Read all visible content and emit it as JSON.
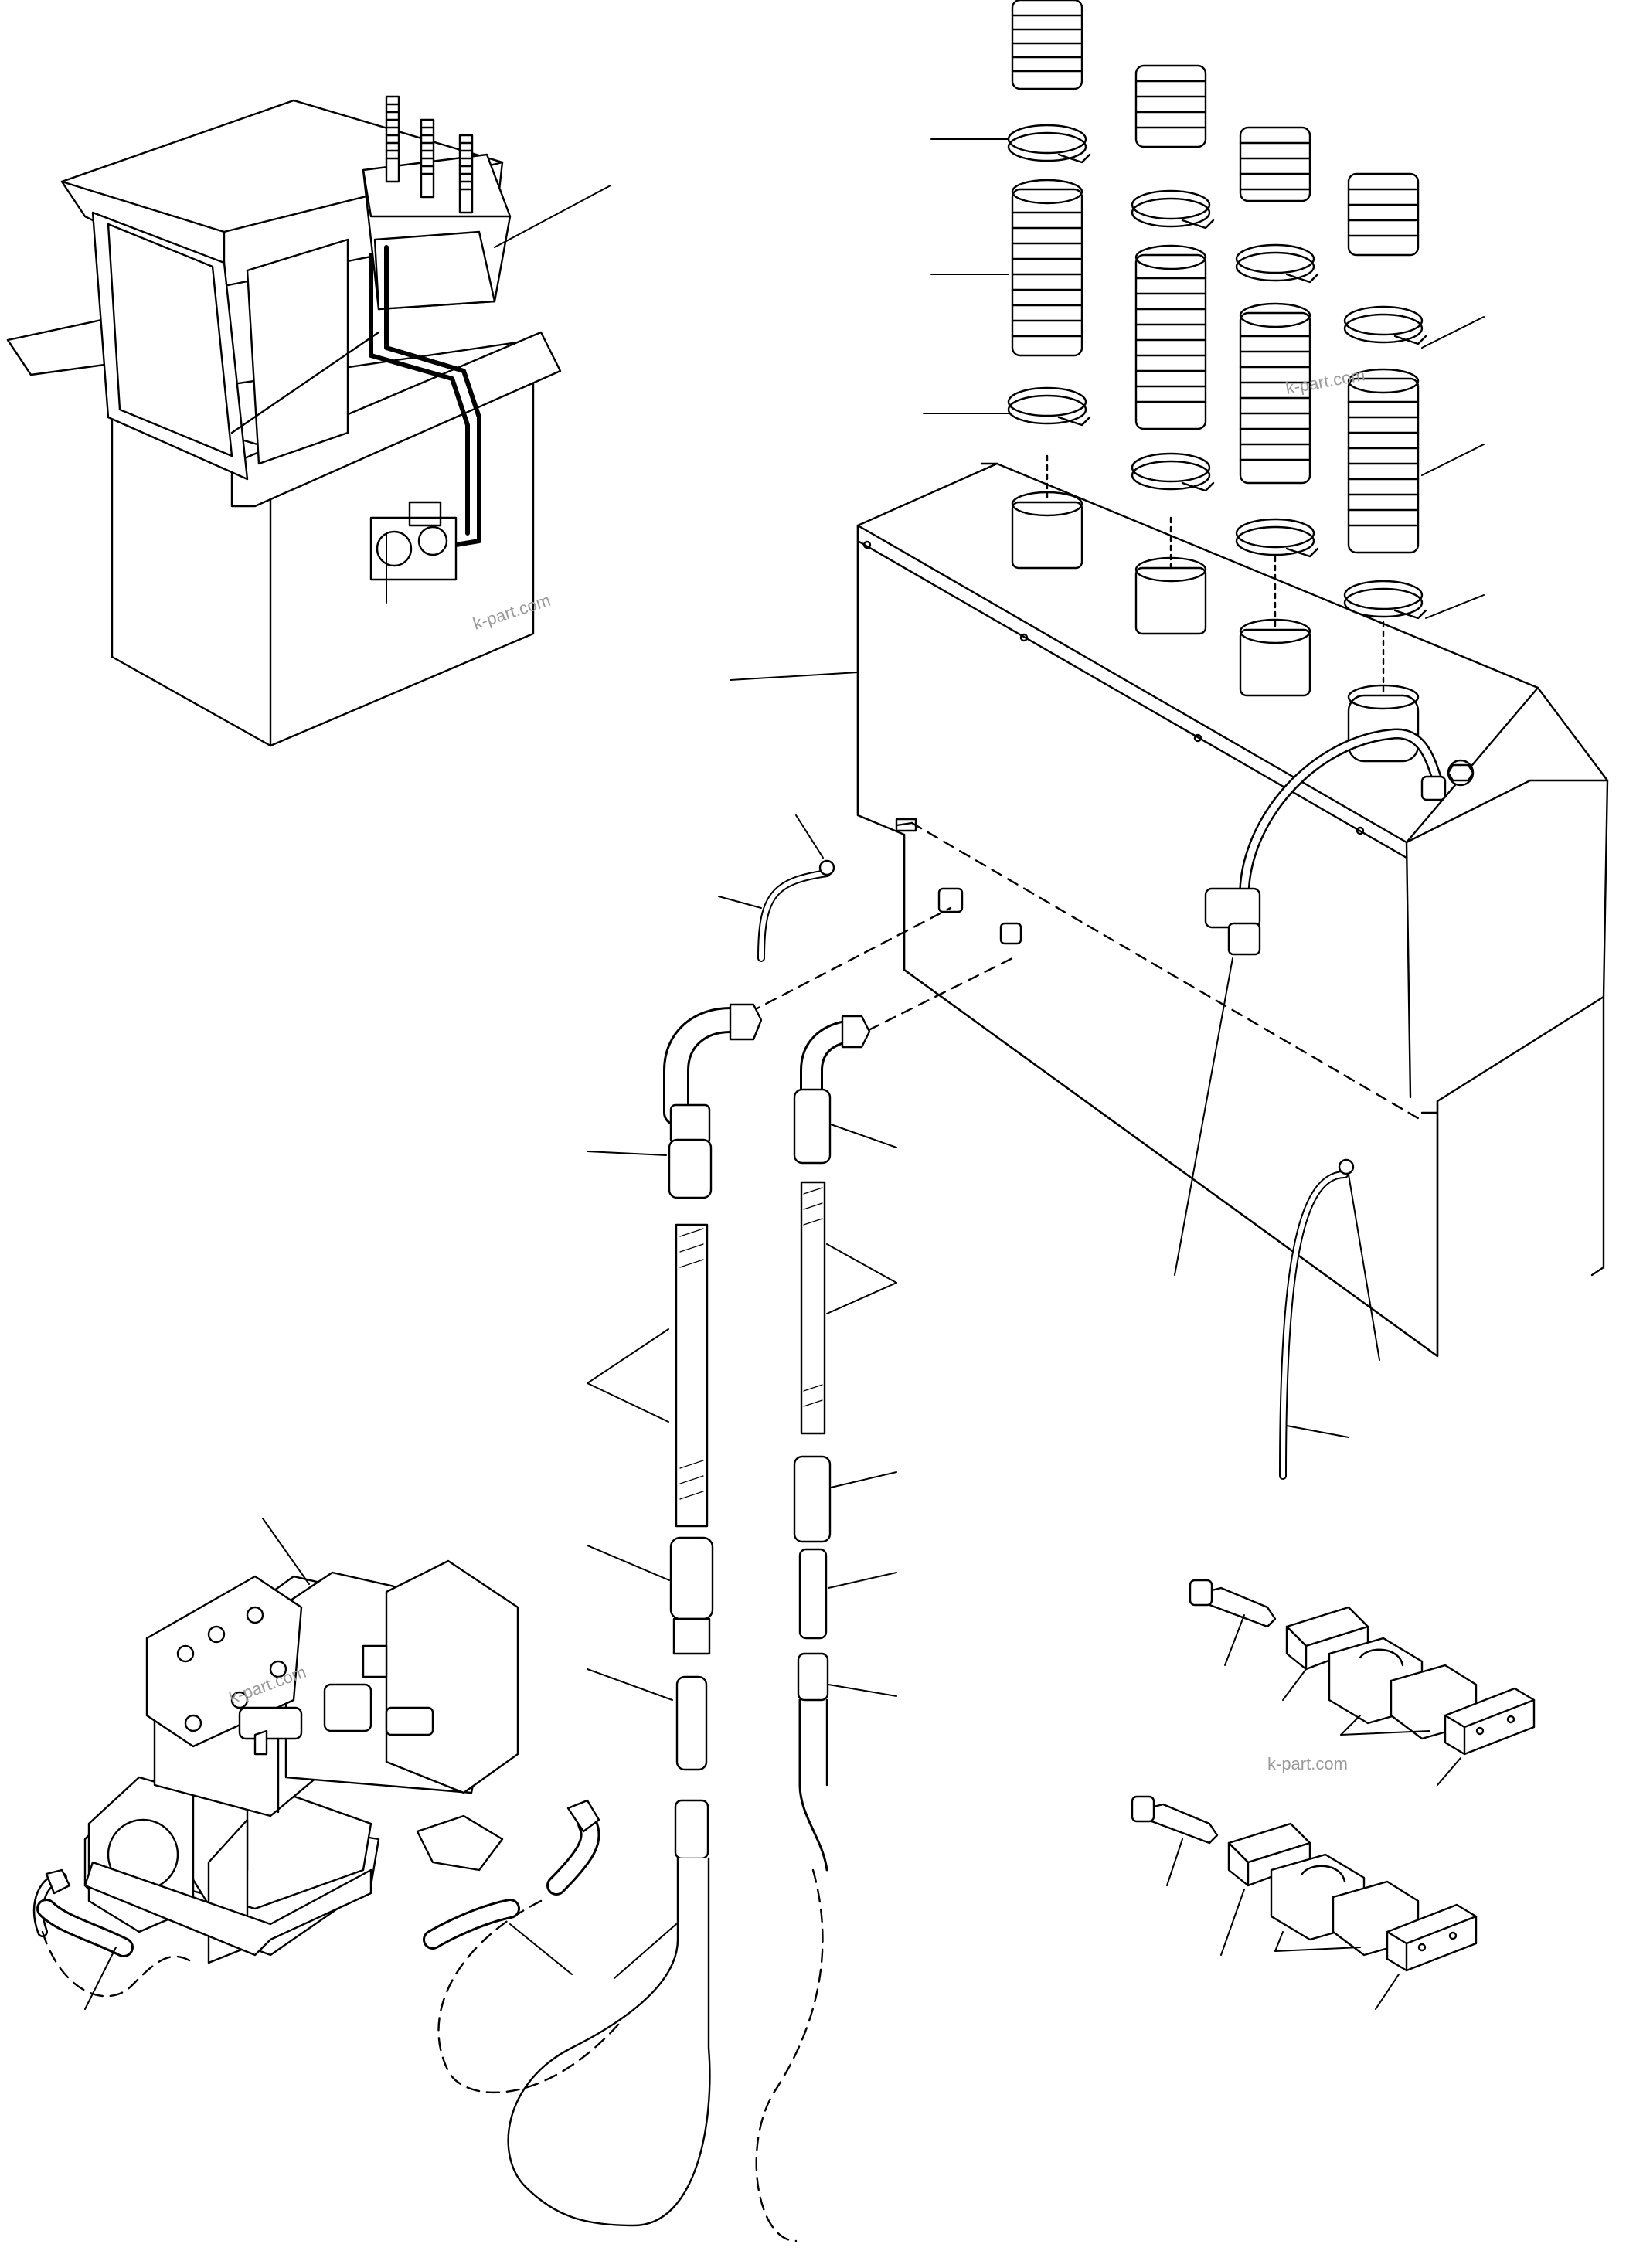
{
  "watermarks": [
    "k-part.com",
    "k-part.com",
    "k-part.com",
    "k-part.com"
  ],
  "colors": {
    "line": "#000000",
    "paper": "#ffffff",
    "watermark": "#9a9a9a"
  }
}
